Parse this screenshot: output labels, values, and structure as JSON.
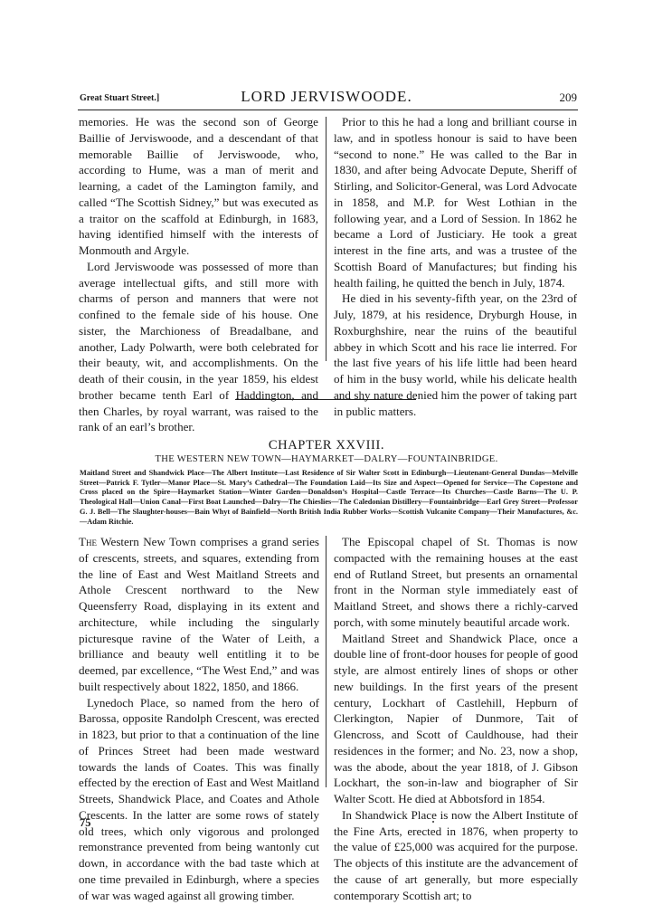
{
  "header": {
    "left": "Great Stuart Street.]",
    "title": "LORD JERVISWOODE.",
    "page_number": "209"
  },
  "top_section": {
    "left_column": [
      "memories. He was the second son of George Baillie of Jerviswoode, and a descendant of that memorable Baillie of Jerviswoode, who, according to Hume, was a man of merit and learning, a cadet of the Lamington family, and called “The Scottish Sidney,” but was executed as a traitor on the scaffold at Edinburgh, in 1683, having identified himself with the interests of Monmouth and Argyle.",
      "Lord Jerviswoode was possessed of more than average intellectual gifts, and still more with charms of person and manners that were not confined to the female side of his house. One sister, the Marchioness of Breadalbane, and another, Lady Polwarth, were both celebrated for their beauty, wit, and accomplishments. On the death of their cousin, in the year 1859, his eldest brother became tenth Earl of Haddington, and then Charles, by royal warrant, was raised to the rank of an earl’s brother."
    ],
    "right_column": [
      "Prior to this he had a long and brilliant course in law, and in spotless honour is said to have been “second to none.” He was called to the Bar in 1830, and after being Advocate Depute, Sheriff of Stirling, and Solicitor-General, was Lord Advocate in 1858, and M.P. for West Lothian in the following year, and a Lord of Session. In 1862 he became a Lord of Justiciary. He took a great interest in the fine arts, and was a trustee of the Scottish Board of Manufactures; but finding his health failing, he quitted the bench in July, 1874.",
      "He died in his seventy-fifth year, on the 23rd of July, 1879, at his residence, Dryburgh House, in Roxburghshire, near the ruins of the beautiful abbey in which Scott and his race lie interred. For the last five years of his life little had been heard of him in the busy world, while his delicate health and shy nature denied him the power of taking part in public matters."
    ]
  },
  "chapter": {
    "heading": "CHAPTER XXVIII.",
    "subtitle": "THE WESTERN NEW TOWN—HAYMARKET—DALRY—FOUNTAINBRIDGE.",
    "synopsis": "Maitland Street and Shandwick Place—The Albert Institute—Last Residence of Sir Walter Scott in Edinburgh—Lieutenant-General Dundas—Melville Street—Patrick F. Tytler—Manor Place—St. Mary’s Cathedral—The Foundation Laid—Its Size and Aspect—Opened for Service—The Copestone and Cross placed on the Spire—Haymarket Station—Winter Garden—Donaldson’s Hospital—Castle Terrace—Its Churches—Castle Barns—The U. P. Theological Hall—Union Canal—First Boat Launched—Dalry—The Chieslies—The Caledonian Distillery—Fountainbridge—Earl Grey Street—Professor G. J. Bell—The Slaughter-houses—Bain Whyt of Bainfield—North British India Rubber Works—Scottish Vulcanite Company—Their Manufactures, &c.—Adam Ritchie."
  },
  "bottom_section": {
    "left_opening_smallcaps": "The",
    "left_opening_rest": " Western New Town comprises a grand series of crescents, streets, and squares, extending from the line of East and West Maitland Streets and Athole Crescent northward to the New Queensferry Road, displaying in its extent and architecture, while including the singularly picturesque ravine of the Water of Leith, a brilliance and beauty well entitling it to be deemed, par excellence, “The West End,” and was built respectively about 1822, 1850, and 1866.",
    "left_column": [
      "Lynedoch Place, so named from the hero of Barossa, opposite Randolph Crescent, was erected in 1823, but prior to that a continuation of the line of Princes Street had been made westward towards the lands of Coates. This was finally effected by the erection of East and West Maitland Streets, Shandwick Place, and Coates and Athole Crescents. In the latter are some rows of stately old trees, which only vigorous and prolonged remonstrance prevented from being wantonly cut down, in accordance with the bad taste which at one time prevailed in Edinburgh, where a species of war was waged against all growing timber."
    ],
    "right_column": [
      "The Episcopal chapel of St. Thomas is now compacted with the remaining houses at the east end of Rutland Street, but presents an ornamental front in the Norman style immediately east of Maitland Street, and shows there a richly-carved porch, with some minutely beautiful arcade work.",
      "Maitland Street and Shandwick Place, once a double line of front-door houses for people of good style, are almost entirely lines of shops or other new buildings. In the first years of the present century, Lockhart of Castlehill, Hepburn of Clerkington, Napier of Dunmore, Tait of Glencross, and Scott of Cauldhouse, had their residences in the former; and No. 23, now a shop, was the abode, about the year 1818, of J. Gibson Lockhart, the son-in-law and biographer of Sir Walter Scott. He died at Abbotsford in 1854.",
      "In Shandwick Place is now the Albert Institute of the Fine Arts, erected in 1876, when property to the value of £25,000 was acquired for the purpose. The objects of this institute are the advancement of the cause of art generally, but more especially contemporary Scottish art; to"
    ]
  },
  "footer": {
    "signature_mark": "75"
  }
}
